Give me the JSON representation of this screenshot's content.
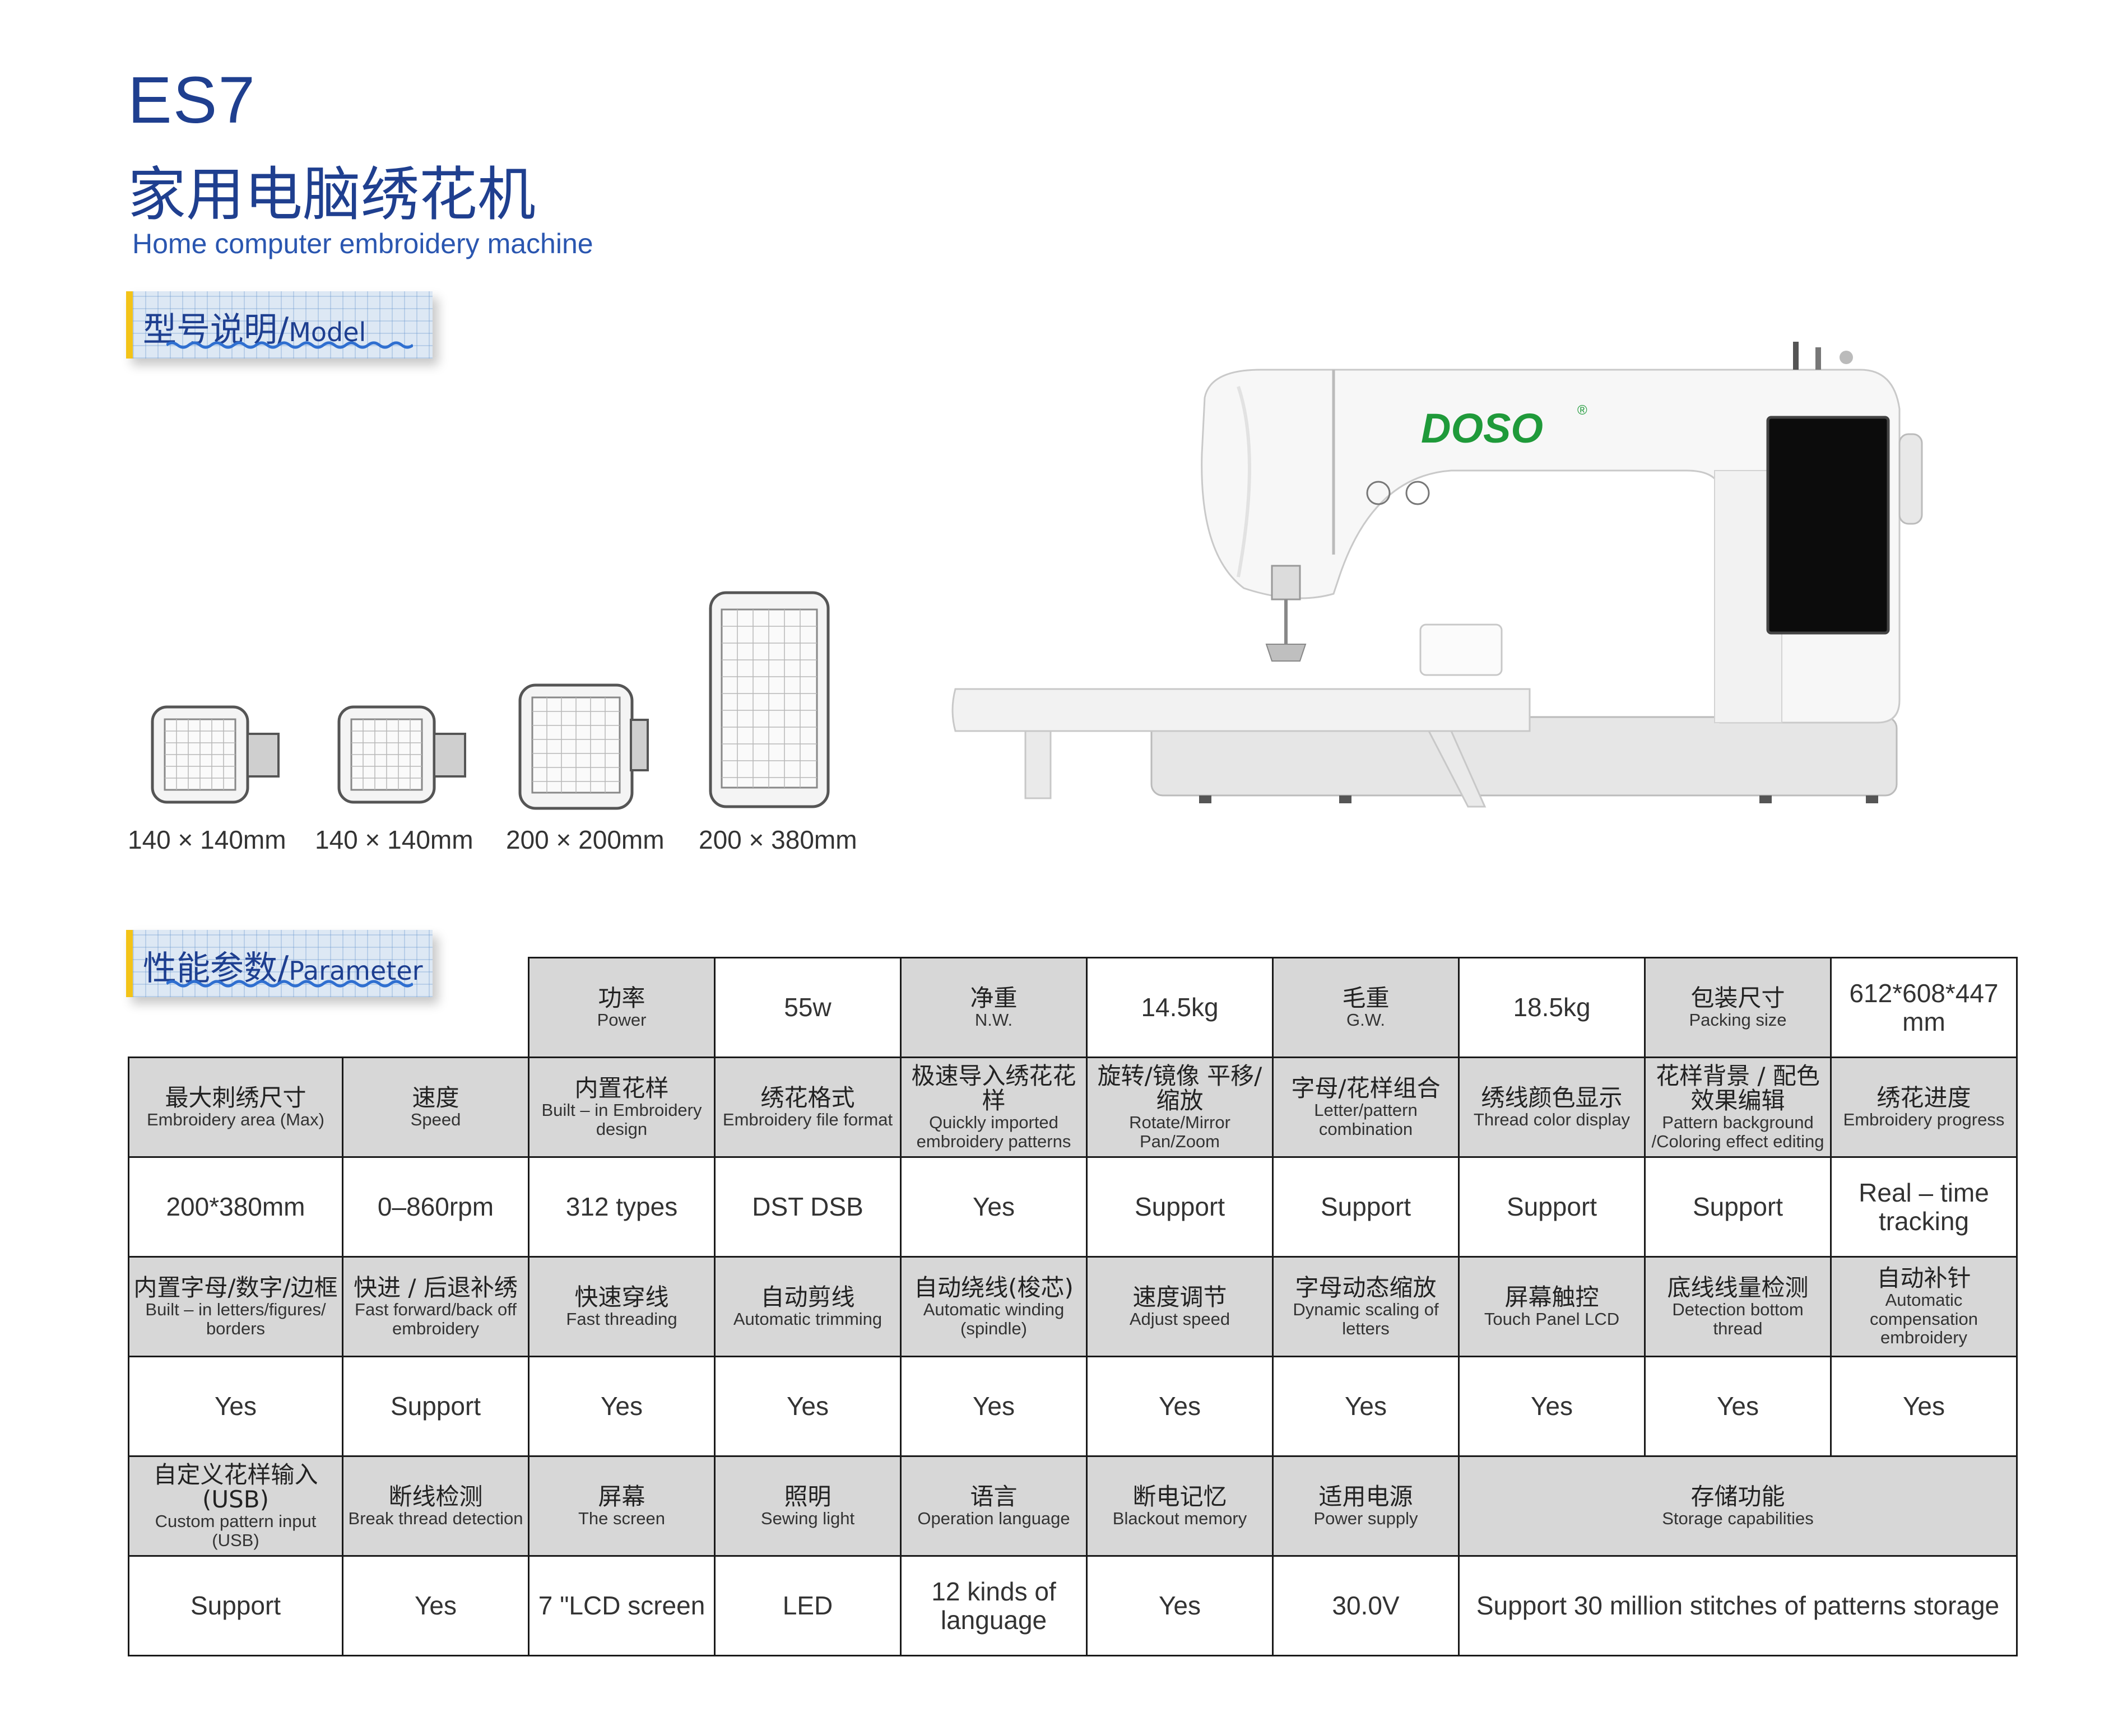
{
  "header": {
    "model_code": "ES7",
    "title_cn": "家用电脑绣花机",
    "title_en": "Home computer embroidery machine"
  },
  "sections": {
    "model": {
      "cn": "型号说明/",
      "en": "Model"
    },
    "parameter": {
      "cn": "性能参数/",
      "en": "Parameter"
    }
  },
  "hoops": [
    {
      "size": "140 × 140mm"
    },
    {
      "size": "140 × 140mm"
    },
    {
      "size": "200 × 200mm"
    },
    {
      "size": "200 × 380mm"
    }
  ],
  "machine": {
    "brand": "DOSO",
    "registered_mark": "®"
  },
  "specs": {
    "row0": [
      {
        "cn": "功率",
        "en": "Power",
        "value": "55w"
      },
      {
        "cn": "净重",
        "en": "N.W.",
        "value": "14.5kg"
      },
      {
        "cn": "毛重",
        "en": "G.W.",
        "value": "18.5kg"
      },
      {
        "cn": "包装尺寸",
        "en": "Packing size",
        "value": "612*608*447 mm"
      }
    ],
    "row1": [
      {
        "cn": "最大刺绣尺寸",
        "en": "Embroidery area (Max)",
        "value": "200*380mm"
      },
      {
        "cn": "速度",
        "en": "Speed",
        "value": "0–860rpm"
      },
      {
        "cn": "内置花样",
        "en": "Built – in Embroidery design",
        "value": "312 types"
      },
      {
        "cn": "绣花格式",
        "en": "Embroidery file format",
        "value": "DST DSB"
      },
      {
        "cn": "极速导入绣花花样",
        "en": "Quickly imported embroidery patterns",
        "value": "Yes"
      },
      {
        "cn": "旋转/镜像 平移/缩放",
        "en": "Rotate/Mirror Pan/Zoom",
        "value": "Support"
      },
      {
        "cn": "字母/花样组合",
        "en": "Letter/pattern combination",
        "value": "Support"
      },
      {
        "cn": "绣线颜色显示",
        "en": "Thread color display",
        "value": "Support"
      },
      {
        "cn": "花样背景 / 配色效果编辑",
        "en": "Pattern background /Coloring effect editing",
        "value": "Support"
      },
      {
        "cn": "绣花进度",
        "en": "Embroidery progress",
        "value": "Real – time tracking"
      }
    ],
    "row2": [
      {
        "cn": "内置字母/数字/边框",
        "en": "Built – in letters/figures/ borders",
        "value": "Yes"
      },
      {
        "cn": "快进 / 后退补绣",
        "en": "Fast forward/back off embroidery",
        "value": "Support"
      },
      {
        "cn": "快速穿线",
        "en": "Fast threading",
        "value": "Yes"
      },
      {
        "cn": "自动剪线",
        "en": "Automatic trimming",
        "value": "Yes"
      },
      {
        "cn": "自动绕线(梭芯)",
        "en": "Automatic winding (spindle)",
        "value": "Yes"
      },
      {
        "cn": "速度调节",
        "en": "Adjust speed",
        "value": "Yes"
      },
      {
        "cn": "字母动态缩放",
        "en": "Dynamic scaling of letters",
        "value": "Yes"
      },
      {
        "cn": "屏幕触控",
        "en": "Touch Panel LCD",
        "value": "Yes"
      },
      {
        "cn": "底线线量检测",
        "en": "Detection bottom thread",
        "value": "Yes"
      },
      {
        "cn": "自动补针",
        "en": "Automatic compensation embroidery",
        "value": "Yes"
      }
    ],
    "row3": [
      {
        "cn": "自定义花样输入(USB)",
        "en": "Custom pattern input (USB)",
        "value": "Support"
      },
      {
        "cn": "断线检测",
        "en": "Break thread detection",
        "value": "Yes"
      },
      {
        "cn": "屏幕",
        "en": "The screen",
        "value": "7 \"LCD screen"
      },
      {
        "cn": "照明",
        "en": "Sewing light",
        "value": "LED"
      },
      {
        "cn": "语言",
        "en": "Operation language",
        "value": "12 kinds of language"
      },
      {
        "cn": "断电记忆",
        "en": "Blackout memory",
        "value": "Yes"
      },
      {
        "cn": "适用电源",
        "en": "Power supply",
        "value": "30.0V"
      },
      {
        "cn": "存储功能",
        "en": "Storage capabilities",
        "value": "Support 30 million stitches of patterns storage"
      }
    ]
  },
  "colors": {
    "title_blue": "#1f3f8f",
    "accent_yellow": "#f3c318",
    "header_gray": "#d7d7d7",
    "brand_green": "#1f9a3a"
  }
}
